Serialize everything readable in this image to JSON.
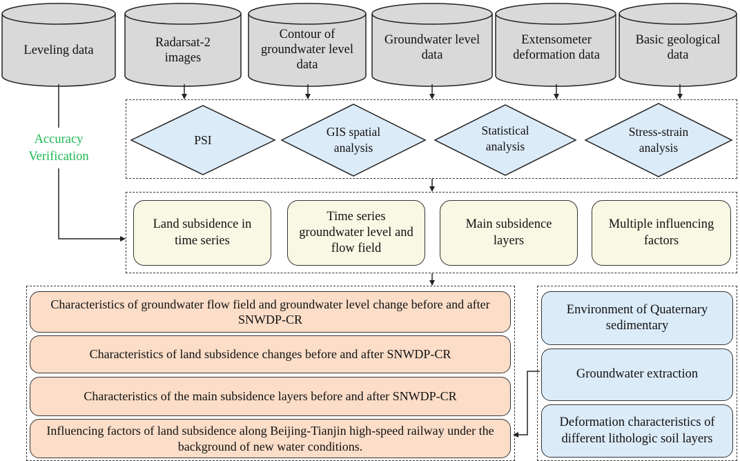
{
  "sources": [
    {
      "label": "Leveling data"
    },
    {
      "label": "Radarsat-2 images"
    },
    {
      "label": "Contour of groundwater level data"
    },
    {
      "label": "Groundwater level data"
    },
    {
      "label": "Extensometer deformation data"
    },
    {
      "label": "Basic geological data"
    }
  ],
  "accuracy_label": "Accuracy Verification",
  "methods": [
    {
      "label": "PSI"
    },
    {
      "label": "GIS spatial analysis"
    },
    {
      "label": "Statistical analysis"
    },
    {
      "label": "Stress-strain analysis"
    }
  ],
  "results": [
    {
      "label": "Land subsidence in time series"
    },
    {
      "label": "Time series groundwater level and flow field"
    },
    {
      "label": "Main subsidence layers"
    },
    {
      "label": "Multiple influencing factors"
    }
  ],
  "characteristics": [
    {
      "label": "Characteristics of groundwater flow field and groundwater level change before and after SNWDP-CR"
    },
    {
      "label": "Characteristics of land subsidence changes before and after SNWDP-CR"
    },
    {
      "label": "Characteristics of the main subsidence layers before and after SNWDP-CR"
    },
    {
      "label": "Influencing factors of land subsidence along Beijing-Tianjin high-speed railway under the background of new water conditions."
    }
  ],
  "factors": [
    {
      "label": "Environment of Quaternary sedimentary"
    },
    {
      "label": "Groundwater extraction"
    },
    {
      "label": "Deformation characteristics of different lithologic soil layers"
    }
  ],
  "colors": {
    "cylinder": "#d9d9d9",
    "diamond": "#dcebf8",
    "result_box": "#f8f8e4",
    "characteristic_box": "#fbddc8",
    "factor_box": "#dcebf8",
    "accuracy_text": "#1db954",
    "lines": "#222222"
  }
}
